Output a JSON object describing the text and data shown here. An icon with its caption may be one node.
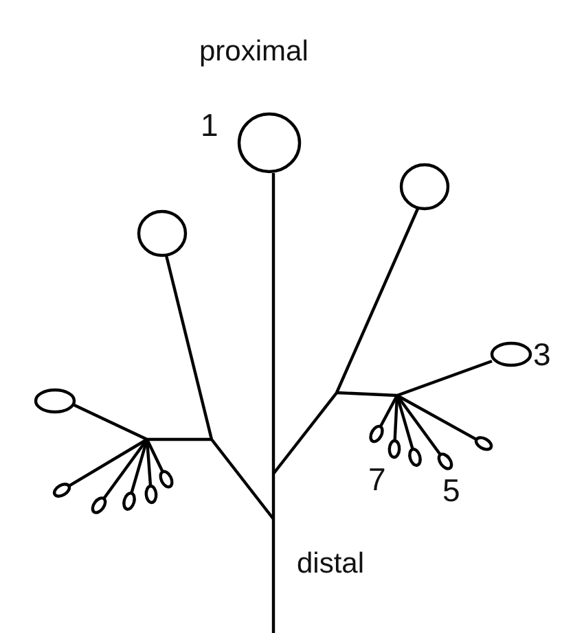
{
  "diagram": {
    "labels": [
      "proximal",
      "1",
      "3",
      "7",
      "5",
      "distal"
    ]
  }
}
